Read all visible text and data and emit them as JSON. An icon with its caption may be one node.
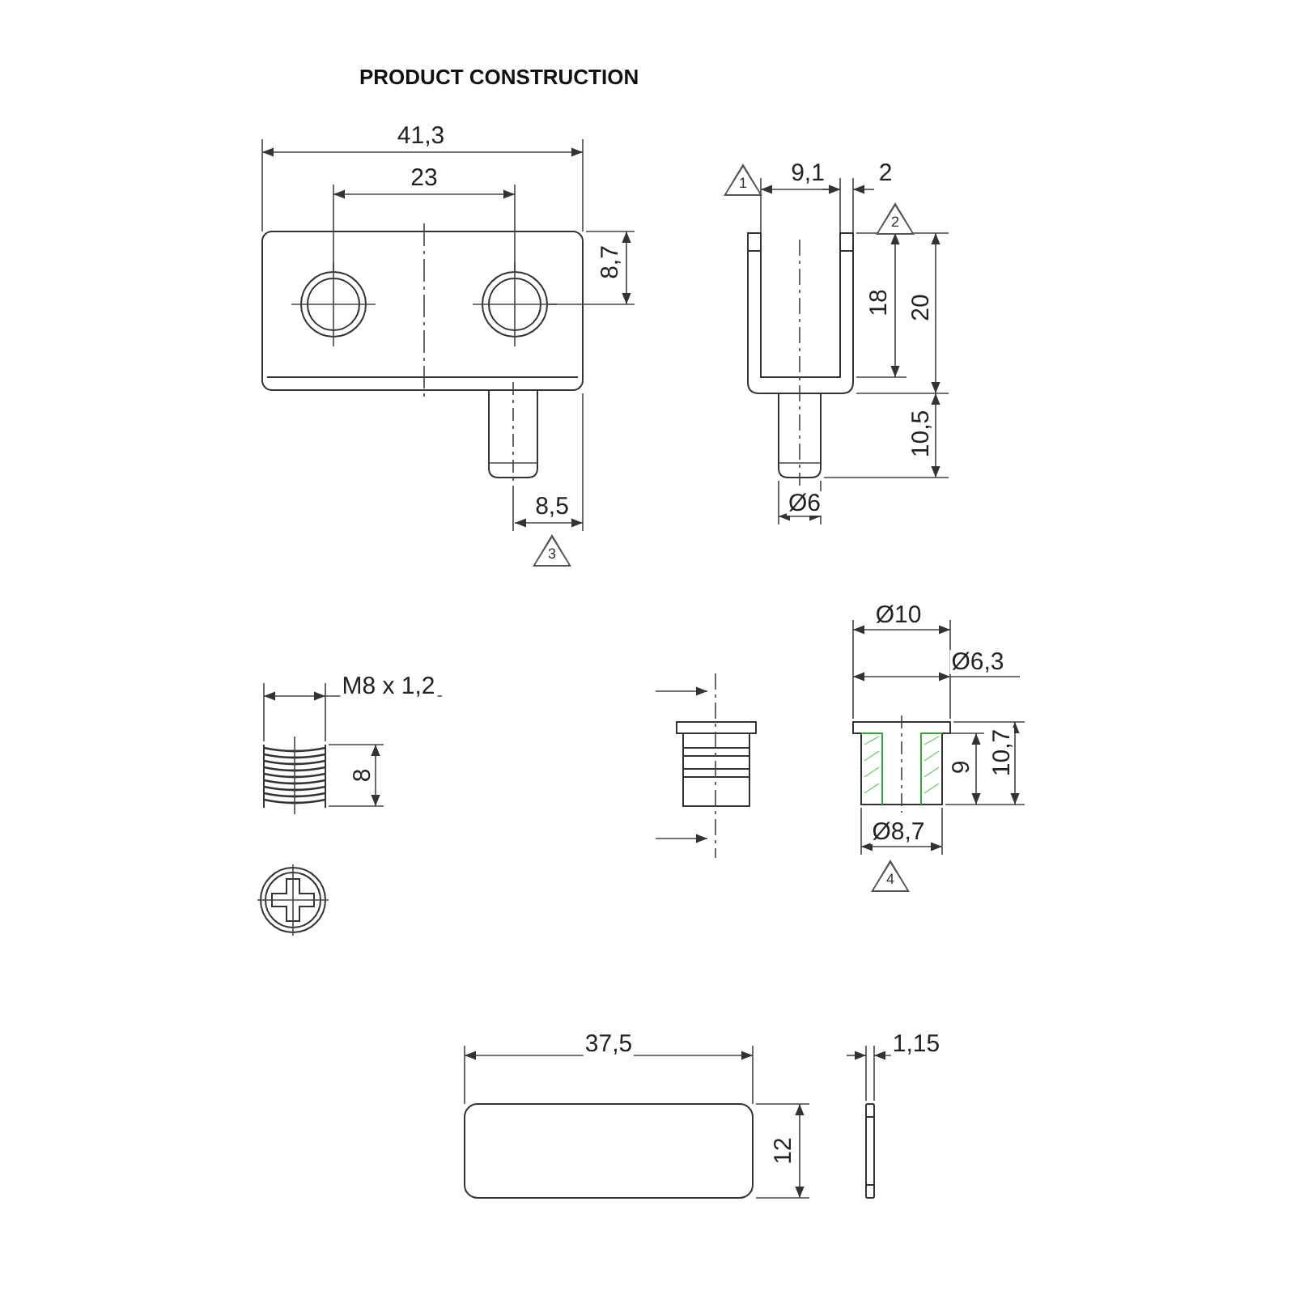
{
  "diagram": {
    "title": "PRODUCT CONSTRUCTION",
    "labels": [
      "41,3",
      "23",
      "1",
      "9,1",
      "2",
      "2",
      "8,7",
      "18",
      "20",
      "10,5",
      "8,5",
      "Ø6",
      "3",
      "Ø10",
      "Ø6,3",
      "M8 x 1,2",
      "10,7",
      "9",
      "8",
      "Ø8,7",
      "4",
      "37,5",
      "1,15",
      "12"
    ]
  }
}
